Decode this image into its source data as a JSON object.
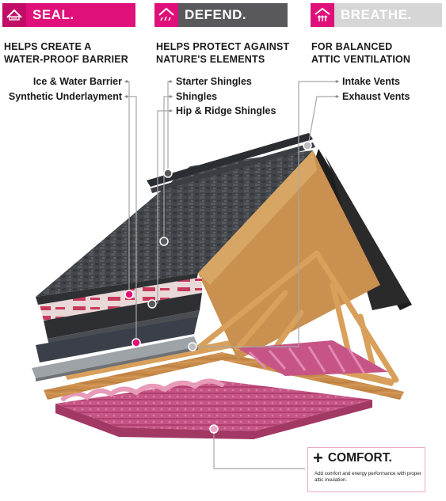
{
  "badges": {
    "seal": "SEAL.",
    "defend": "DEFEND.",
    "breathe": "BREATHE."
  },
  "headings": {
    "seal": [
      "HELPS CREATE A",
      "WATER-PROOF BARRIER"
    ],
    "defend": [
      "HELPS PROTECT AGAINST",
      "NATURE'S ELEMENTS"
    ],
    "breathe": [
      "FOR BALANCED",
      "ATTIC VENTILATION"
    ]
  },
  "callouts": {
    "ice_water_barrier": "Ice & Water Barrier",
    "synthetic_underlayment": "Synthetic Underlayment",
    "starter_shingles": "Starter Shingles",
    "shingles": "Shingles",
    "hip_ridge_shingles": "Hip & Ridge Shingles",
    "intake_vents": "Intake Vents",
    "exhaust_vents": "Exhaust Vents"
  },
  "comfort": {
    "symbol": "+",
    "title": "COMFORT.",
    "description": "Add comfort and energy performance with proper attic insulation."
  },
  "colors": {
    "seal": "#e0107a",
    "defend": "#59595b",
    "breathe": "#d6d6d6",
    "marker_seal": "#e0107a",
    "marker_defend": "#59595b",
    "insulation": "#c2507e",
    "wood": "#d9a05b",
    "shingle": "#3e4145"
  },
  "icons": {
    "seal": "roof-seal-icon",
    "defend": "roof-storm-icon",
    "breathe": "roof-vent-icon"
  }
}
